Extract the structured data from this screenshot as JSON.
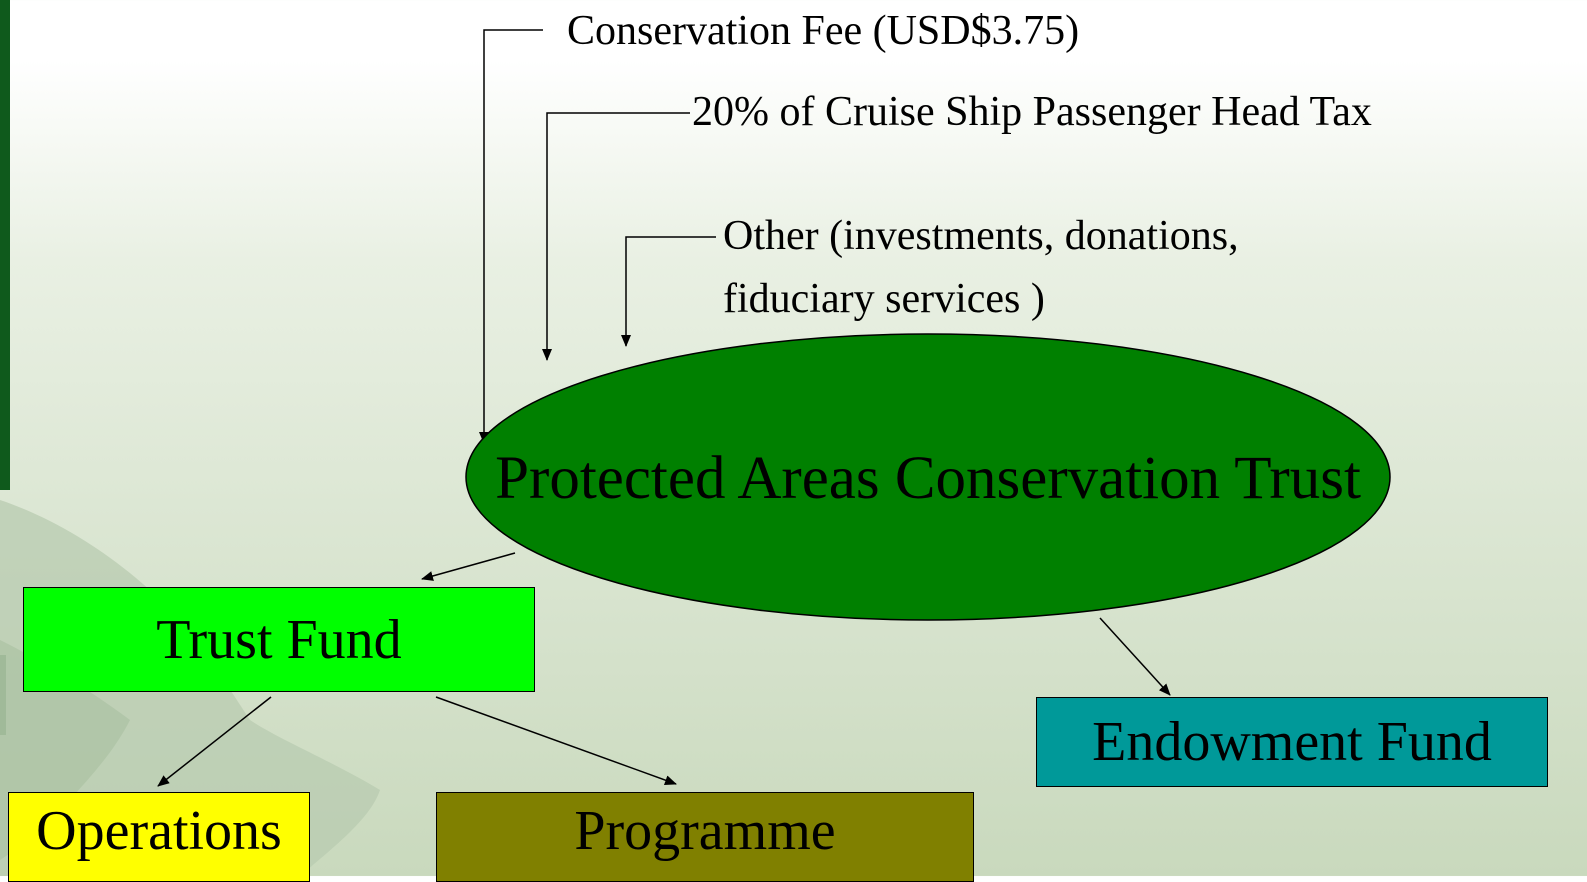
{
  "sources": {
    "conservation_fee": "Conservation Fee (USD$3.75)",
    "head_tax": "20% of  Cruise Ship Passenger Head Tax",
    "other_line1": "Other (investments, donations,",
    "other_line2": "fiduciary services )"
  },
  "center": {
    "label": "Protected Areas Conservation Trust",
    "color": "#008000"
  },
  "nodes": {
    "trust_fund": {
      "label": "Trust Fund",
      "color": "#00ff00"
    },
    "endowment_fund": {
      "label": "Endowment Fund",
      "color": "#009999"
    },
    "operations": {
      "label": "Operations",
      "color": "#ffff00"
    },
    "programme": {
      "label": "Programme",
      "color": "#808000"
    }
  },
  "decor": {
    "left_band_color": "#0f5a1c",
    "watermark_color": "#b8cbb0"
  }
}
